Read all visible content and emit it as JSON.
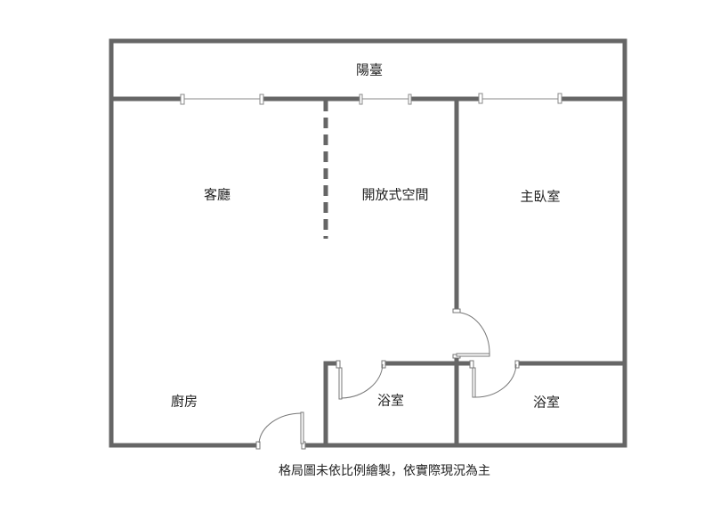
{
  "rooms": {
    "balcony": "陽臺",
    "living_room": "客廳",
    "open_space": "開放式空間",
    "master_bedroom": "主臥室",
    "kitchen": "廚房",
    "bathroom_1": "浴室",
    "bathroom_2": "浴室"
  },
  "note": "格局圖未依比例繪製，依實際現況為主",
  "colors": {
    "wall": "#666666",
    "line": "#777777"
  }
}
